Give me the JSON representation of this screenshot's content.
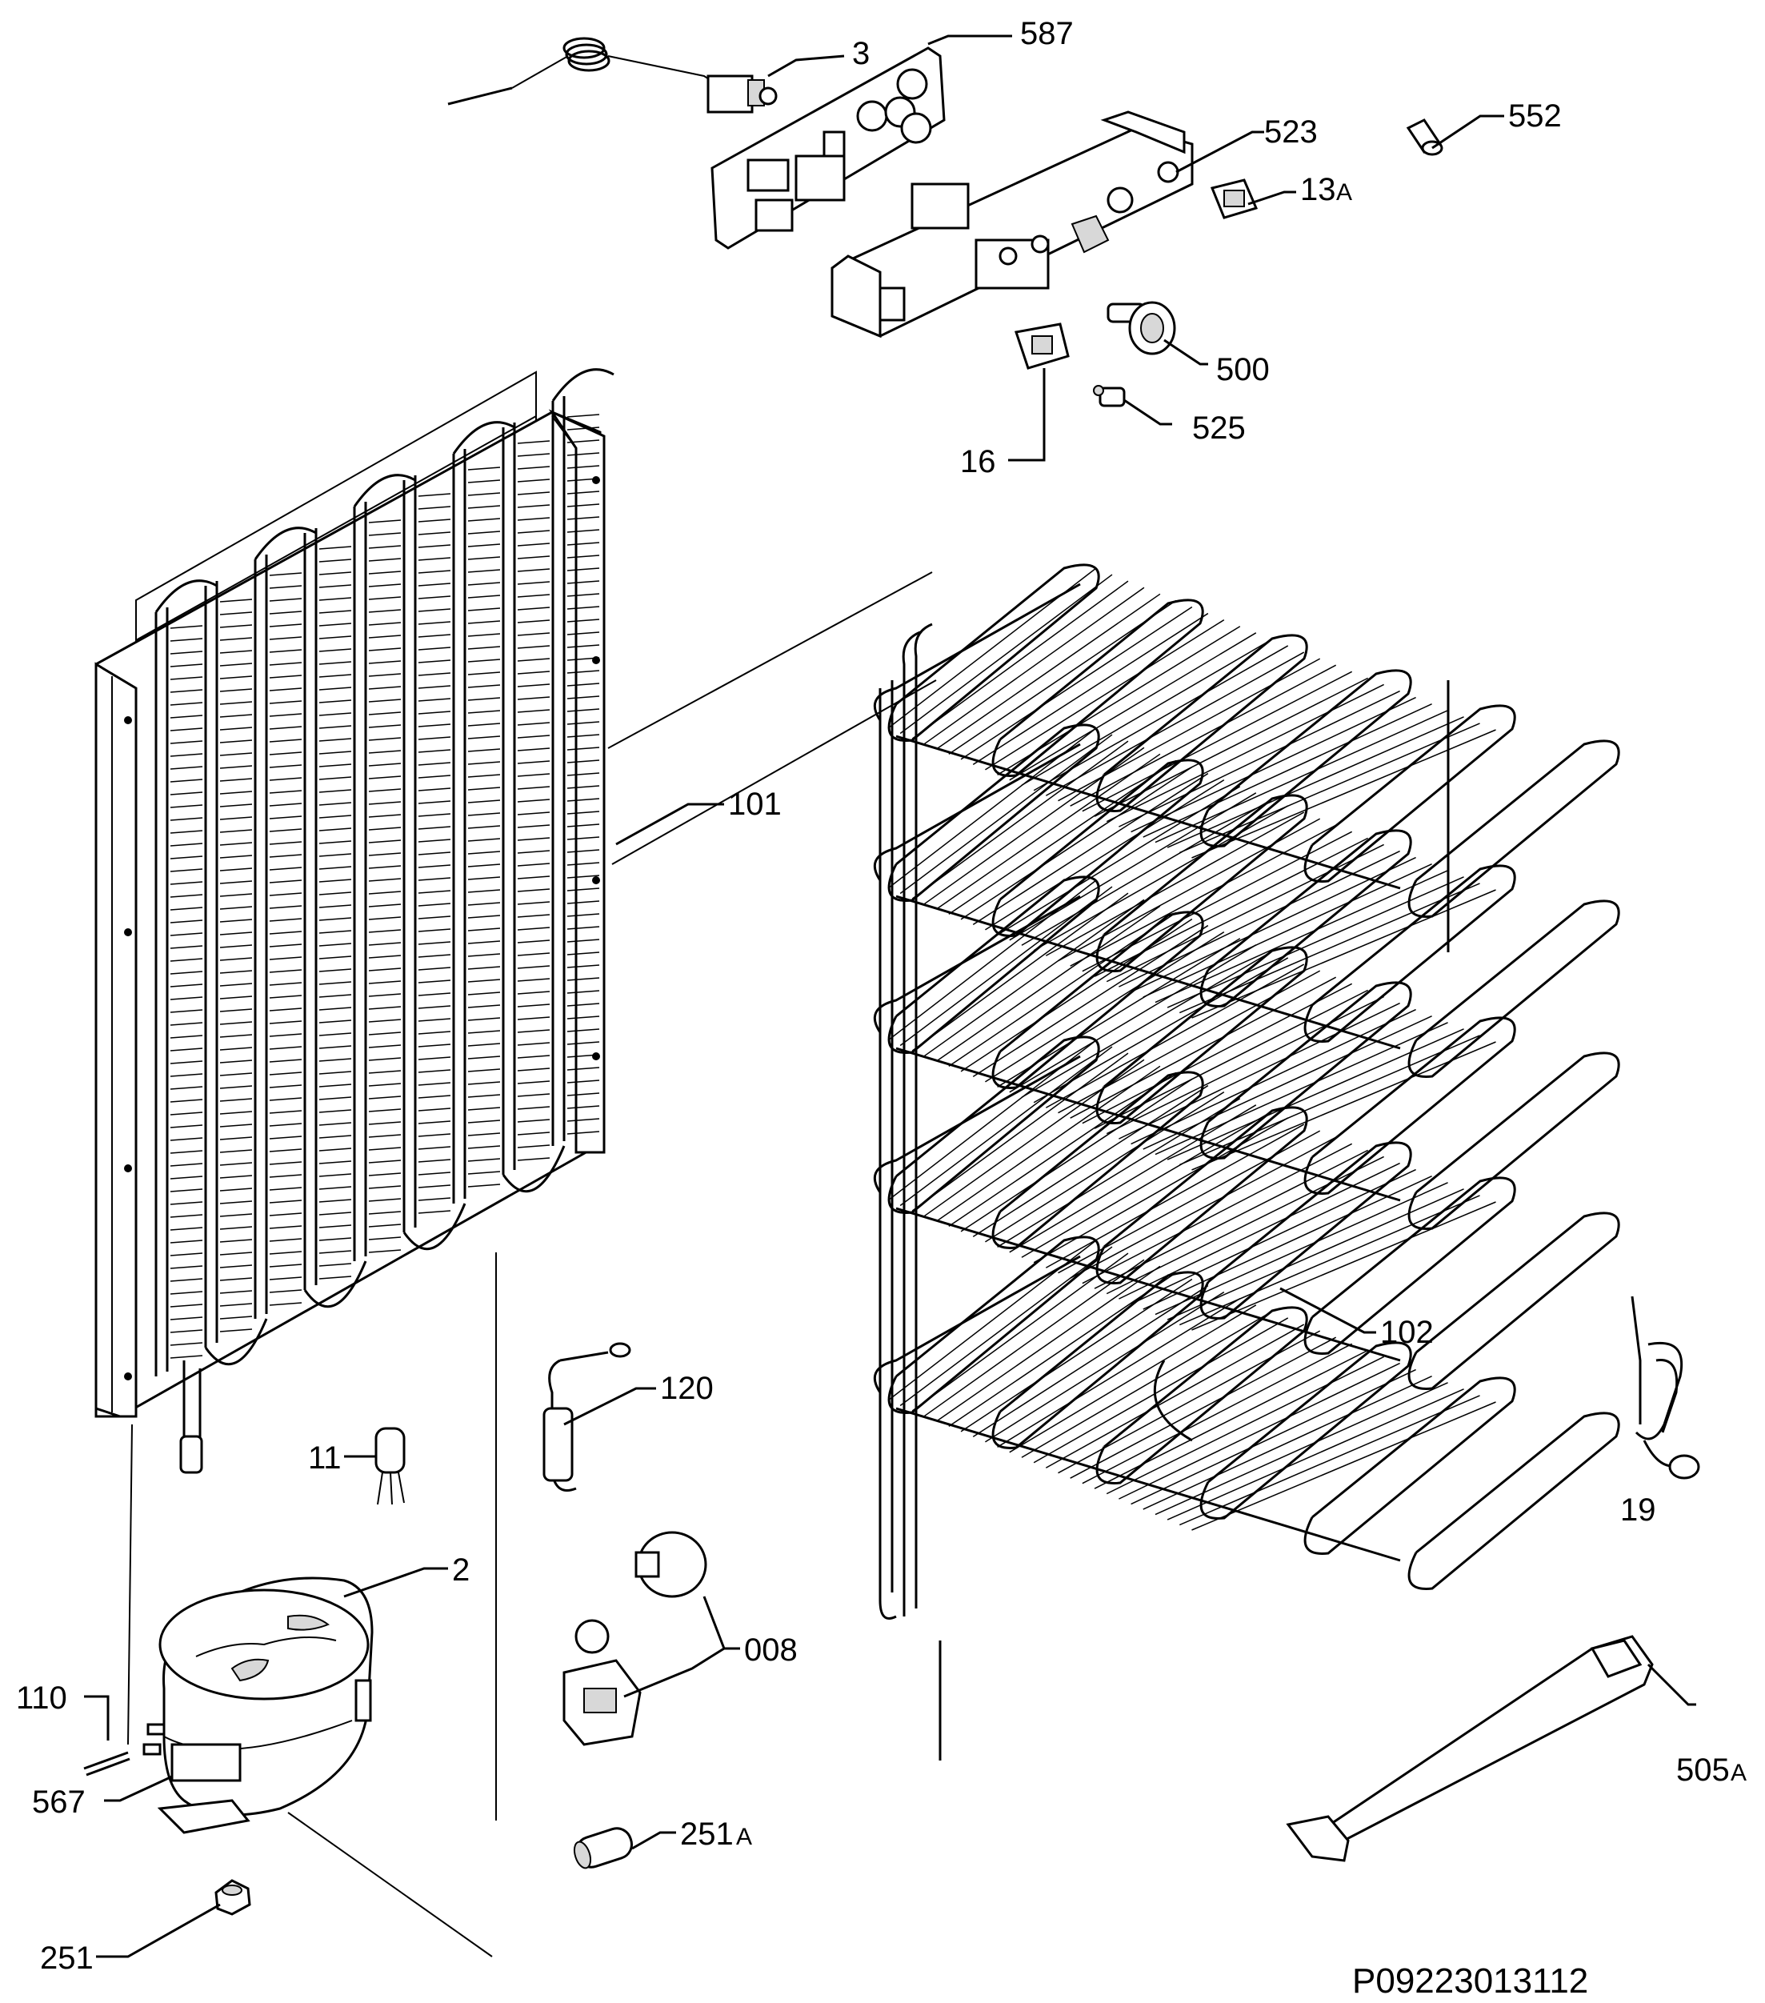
{
  "reference_code": "P09223013112",
  "labels": {
    "l3": "3",
    "l587": "587",
    "l523": "523",
    "l552": "552",
    "l13a": "13",
    "l13a_sub": "A",
    "l500": "500",
    "l525": "525",
    "l16": "16",
    "l101": "101",
    "l102": "102",
    "l120": "120",
    "l11": "11",
    "l2": "2",
    "l008": "008",
    "l110": "110",
    "l567": "567",
    "l251a": "251",
    "l251a_sub": "A",
    "l251": "251",
    "l19": "19",
    "l505a": "505",
    "l505a_sub": "A"
  }
}
